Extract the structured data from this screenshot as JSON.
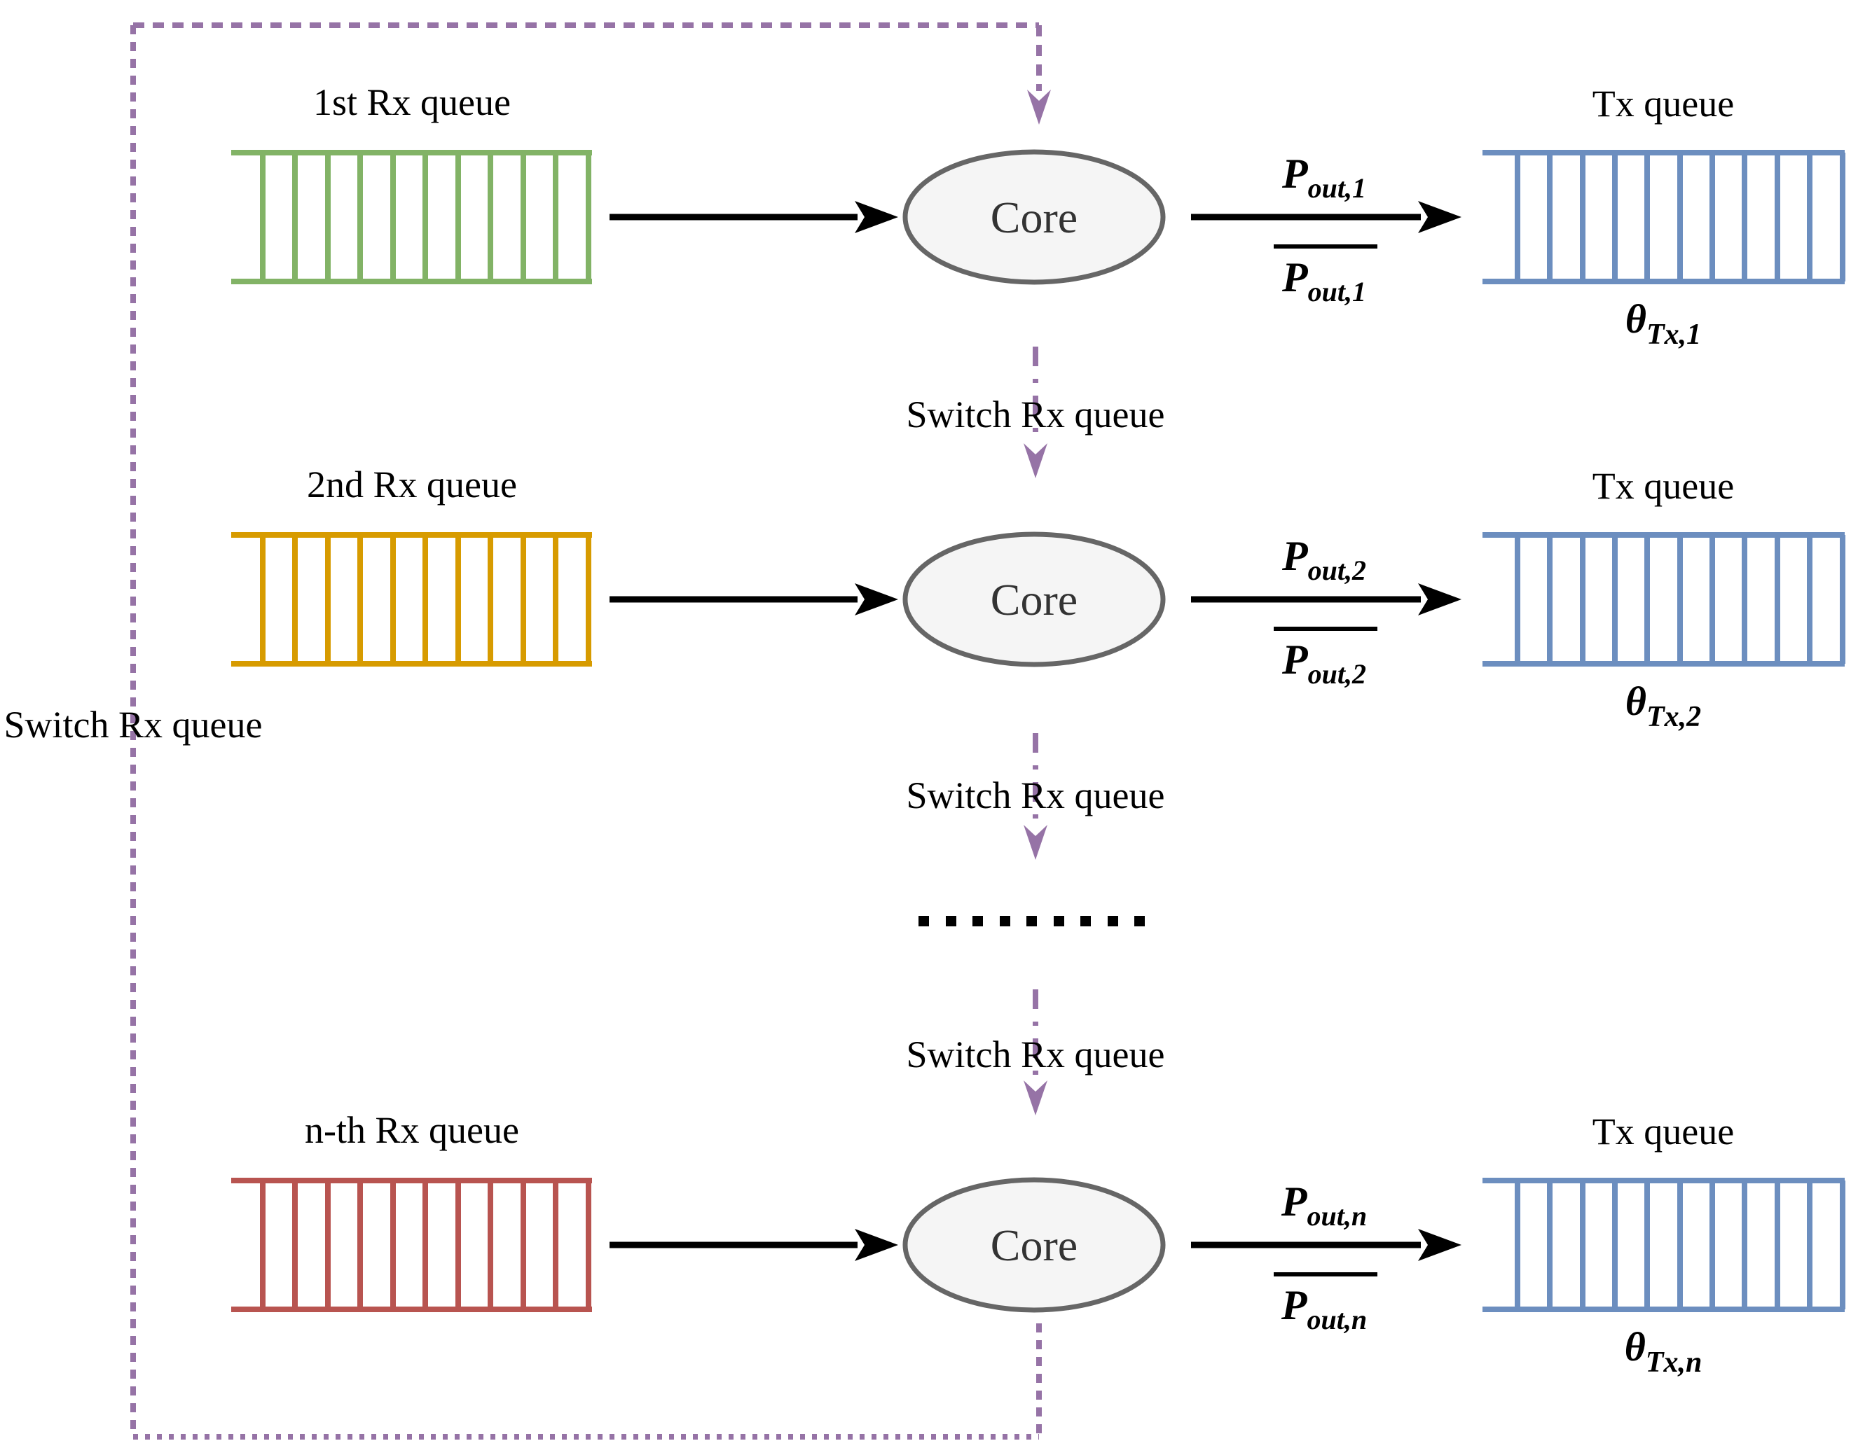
{
  "figure": {
    "left_label": "Switch Rx queue"
  },
  "colors": {
    "rx_queue_1": "#82b366",
    "rx_queue_2": "#d79b00",
    "rx_queue_n": "#b85450",
    "tx_queue": "#6c8ebf",
    "switch_loop": "#9673a6",
    "core_fill": "#f5f5f5",
    "core_stroke": "#666666",
    "black": "#000000"
  },
  "switch_arrows": [
    {
      "label": "Switch Rx queue"
    },
    {
      "label": "Switch Rx queue"
    },
    {
      "label": "Switch Rx queue"
    }
  ],
  "rows": [
    {
      "rx_label": "1st Rx queue",
      "core_label": "Core",
      "p_out": {
        "main": "P",
        "sub": "out,1"
      },
      "p_out_bar": {
        "main": "P",
        "sub": "out,1"
      },
      "tx_label": "Tx queue",
      "theta": {
        "main": "θ",
        "sub": "Tx,1"
      }
    },
    {
      "rx_label": "2nd Rx queue",
      "core_label": "Core",
      "p_out": {
        "main": "P",
        "sub": "out,2"
      },
      "p_out_bar": {
        "main": "P",
        "sub": "out,2"
      },
      "tx_label": "Tx queue",
      "theta": {
        "main": "θ",
        "sub": "Tx,2"
      }
    },
    {
      "rx_label": "n-th Rx queue",
      "core_label": "Core",
      "p_out": {
        "main": "P",
        "sub": "out,n"
      },
      "p_out_bar": {
        "main": "P",
        "sub": "out,n"
      },
      "tx_label": "Tx queue",
      "theta": {
        "main": "θ",
        "sub": "Tx,n"
      }
    }
  ]
}
